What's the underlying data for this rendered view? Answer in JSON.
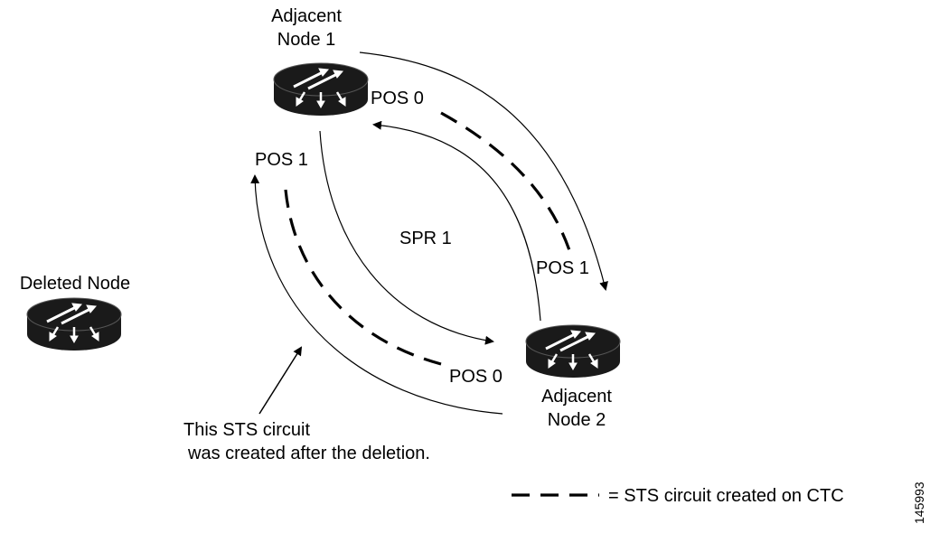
{
  "nodes": {
    "node1": {
      "line1": "Adjacent",
      "line2": "Node 1"
    },
    "node2": {
      "line1": "Adjacent",
      "line2": "Node 2"
    },
    "deleted": {
      "label": "Deleted Node"
    }
  },
  "ports": {
    "n1_pos0": "POS 0",
    "n1_pos1": "POS 1",
    "n2_pos1": "POS 1",
    "n2_pos0": "POS 0"
  },
  "ring_label": "SPR 1",
  "annotation": {
    "line1": "This STS circuit",
    "line2": "was created after the deletion."
  },
  "legend": {
    "text": "= STS circuit created on CTC"
  },
  "figure_id": "145993",
  "colors": {
    "router_body": "#1a1a1a",
    "router_arrow": "#ffffff",
    "line": "#000000"
  },
  "icons": {
    "router": "router-icon"
  }
}
